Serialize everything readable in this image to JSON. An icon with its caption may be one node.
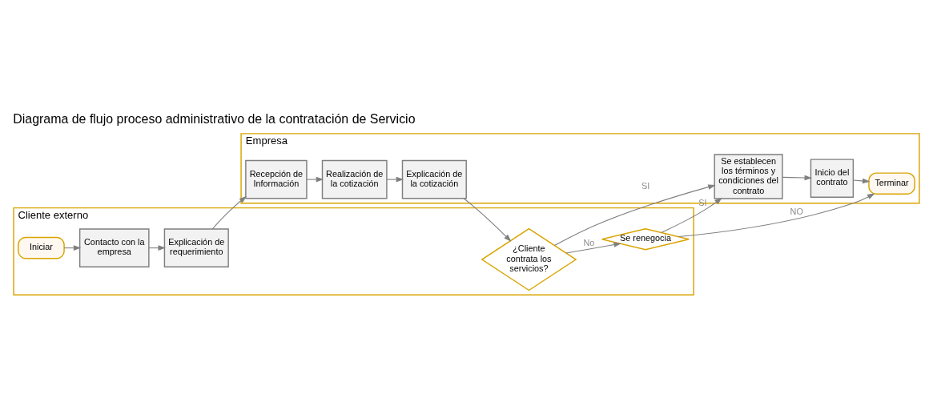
{
  "diagram": {
    "title": "Diagrama de flujo proceso administrativo de la contratación de Servicio",
    "nodes": [
      {
        "text": [
          "Cliente externo"
        ]
      },
      {
        "text": [
          "Iniciar"
        ],
        "in": 0
      },
      {
        "text": [
          "Contacto con la empresa"
        ],
        "in": 0
      },
      {
        "text": [
          "Explicación de requerimiento"
        ],
        "in": 0
      },
      {
        "text": [
          "¿Cliente contrata los servicios?"
        ],
        "in": 0
      },
      {
        "text": [
          "Se renegocia"
        ],
        "in": 0
      },
      {
        "text": [
          "Empresa"
        ]
      },
      {
        "text": [
          "Recepción de Información"
        ],
        "in": 6
      },
      {
        "text": [
          "Realización de la cotización"
        ],
        "in": 6
      },
      {
        "text": [
          "Explicación de la cotización"
        ],
        "in": 6
      },
      {
        "text": [
          "Se establecen los términos y condiciones del contrato"
        ],
        "in": 6
      },
      {
        "text": [
          "Inicio del contrato"
        ],
        "in": 6
      },
      {
        "text": [
          "Terminar"
        ],
        "in": 6
      }
    ],
    "edges": [
      {
        "from": 1,
        "to": 2,
        "arrow": "to"
      },
      {
        "from": 2,
        "to": 3,
        "arrow": "to"
      },
      {
        "from": 3,
        "to": 7,
        "arrow": "to"
      },
      {
        "from": 7,
        "to": 8,
        "arrow": "to"
      },
      {
        "from": 8,
        "to": 9,
        "arrow": "to"
      },
      {
        "from": 9,
        "to": 4,
        "arrow": "to"
      },
      {
        "from": 4,
        "to": 5,
        "arrow": "to",
        "label": "No"
      },
      {
        "from": 4,
        "to": 10,
        "arrow": "to",
        "label": "SI"
      },
      {
        "from": 5,
        "to": 10,
        "arrow": "to",
        "label": "SI"
      },
      {
        "from": 5,
        "to": 12,
        "arrow": "to",
        "label": "NO"
      },
      {
        "from": 10,
        "to": 11,
        "arrow": "to"
      },
      {
        "from": 11,
        "to": 12,
        "arrow": "to"
      }
    ]
  }
}
